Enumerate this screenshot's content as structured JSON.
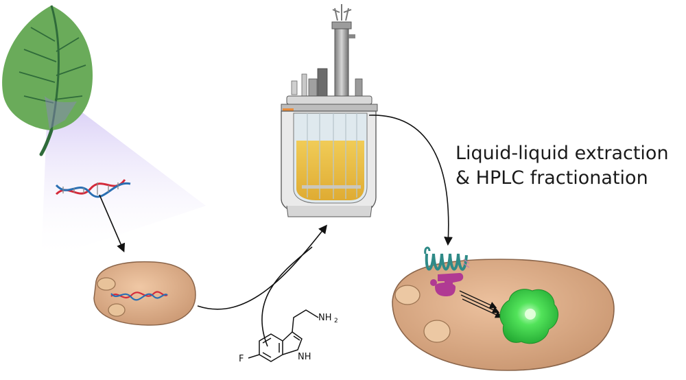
{
  "extraction": {
    "line1": "Liquid-liquid extraction",
    "line2": "& HPLC fractionation"
  },
  "molecule": {
    "fluoro": "F",
    "nh": "NH",
    "amine": "NH",
    "amine_sub": "2"
  },
  "colors": {
    "leaf": "#6aab5a",
    "leaf_vein": "#2f6b3a",
    "light_beam": "#c9b8f0",
    "dna_red": "#d42a3a",
    "dna_blue": "#2a6fb3",
    "cell": "#d9a782",
    "cell_border": "#8a6449",
    "culture_liquid": "#e9b52e",
    "receptor": "#2f8a87",
    "g_protein": "#b03a93",
    "fluorescent_protein": "#3dd94a",
    "arrow": "#111111"
  }
}
